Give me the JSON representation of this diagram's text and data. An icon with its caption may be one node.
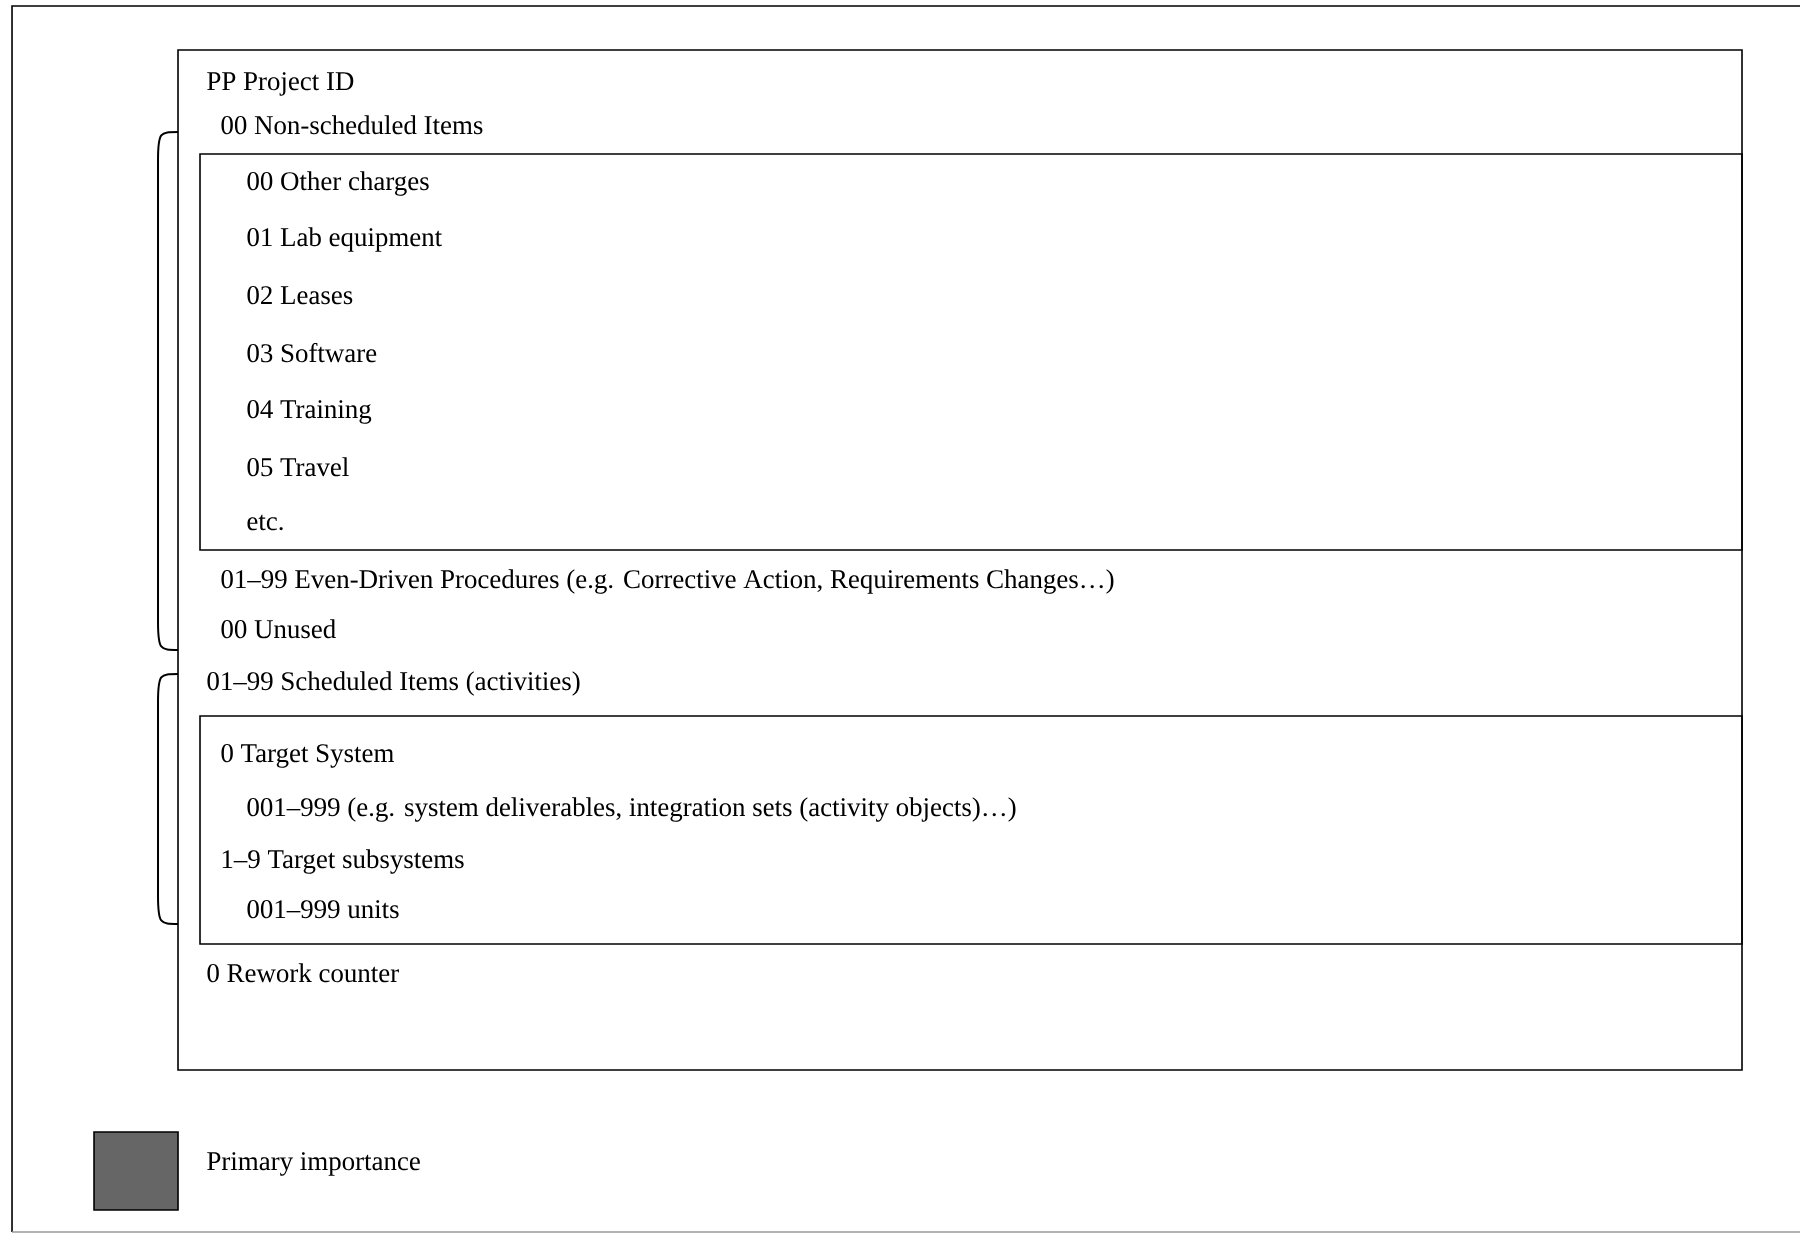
{
  "diagram": {
    "nodes": [
      {
        "text": [
          "PP Project ID",
          "00 Non-scheduled Items",
          "01–99 Even-Driven Procedures (e.g. Corrective Action, Requirements Changes…)",
          "00 Unused",
          "01–99 Scheduled Items (activities)",
          "0 Rework counter"
        ]
      },
      {
        "text": [
          "00 Other charges",
          "01 Lab equipment",
          "02 Leases",
          "03 Software",
          "04 Training",
          "05 Travel",
          "etc."
        ],
        "in": 0
      },
      {
        "text": [
          "0 Target System",
          "001–999 (e.g. system deliverables, integration sets (activity objects)…)",
          "1–9 Target subsystems",
          "001–999 units"
        ],
        "in": 0
      }
    ],
    "legend": [
      {
        "text": "Primary importance",
        "color": "#666666"
      }
    ]
  }
}
